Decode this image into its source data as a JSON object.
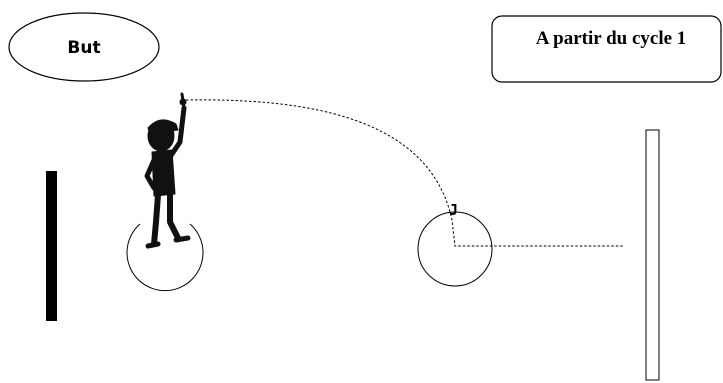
{
  "goal_label": "But",
  "cycle_label": "A partir du cycle 1",
  "j_label": "J",
  "colors": {
    "stroke": "#000000",
    "background": "#ffffff",
    "figure": "#111111"
  },
  "icons": {
    "player": "stick-figure-pointing-up",
    "target_post": "black-vertical-post",
    "wall": "white-vertical-panel"
  }
}
